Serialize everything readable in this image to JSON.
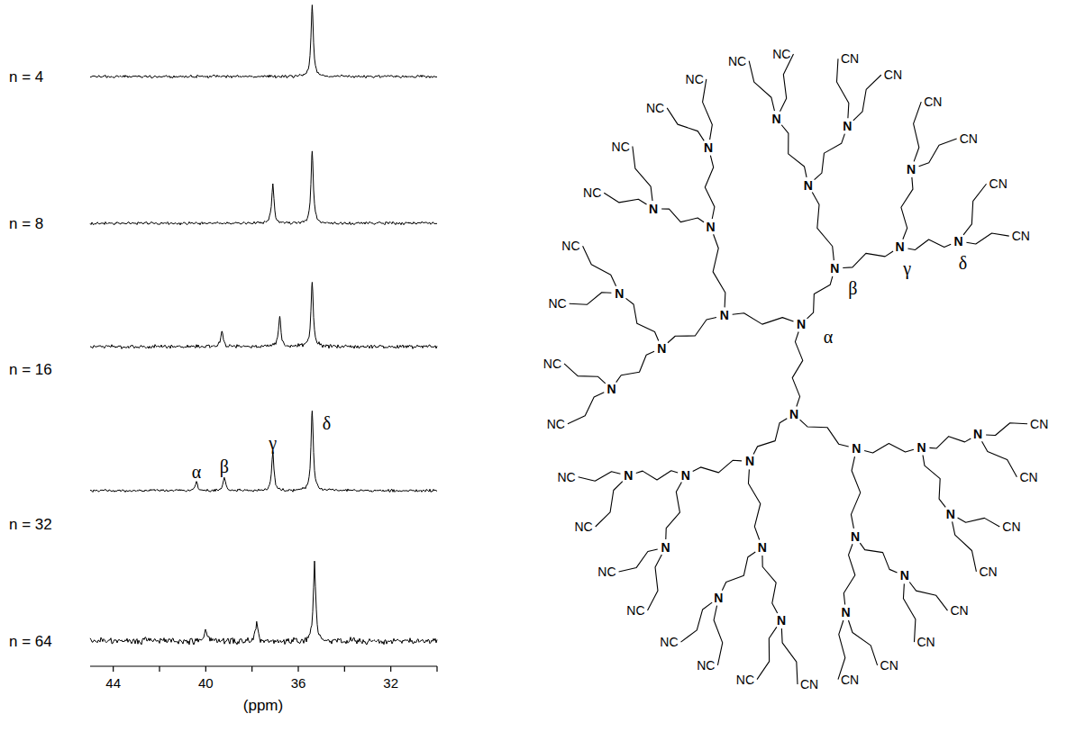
{
  "diagram": {
    "labels": [
      "n = 4",
      "n = 8",
      "n = 16",
      "n = 32",
      "n = 64",
      "α",
      "β",
      "γ",
      "δ",
      "44",
      "40",
      "36",
      "32",
      "(ppm)",
      "N",
      "N",
      "N",
      "N",
      "N",
      "N",
      "N",
      "N",
      "N",
      "N",
      "N",
      "N",
      "N",
      "N",
      "N",
      "N",
      "N",
      "N",
      "N",
      "N",
      "N",
      "N",
      "N",
      "N",
      "N",
      "N",
      "N",
      "N",
      "N",
      "N",
      "NC",
      "NC",
      "NC",
      "NC",
      "NC",
      "NC",
      "NC",
      "NC",
      "NC",
      "NC",
      "CN",
      "CN",
      "CN",
      "CN",
      "CN",
      "CN",
      "CN",
      "CN",
      "CN",
      "CN",
      "CN",
      "CN",
      "CN",
      "CN",
      "CN",
      "NC",
      "NC",
      "NC",
      "NC",
      "NC",
      "NC",
      "NC",
      "α",
      "β",
      "γ",
      "δ"
    ]
  }
}
